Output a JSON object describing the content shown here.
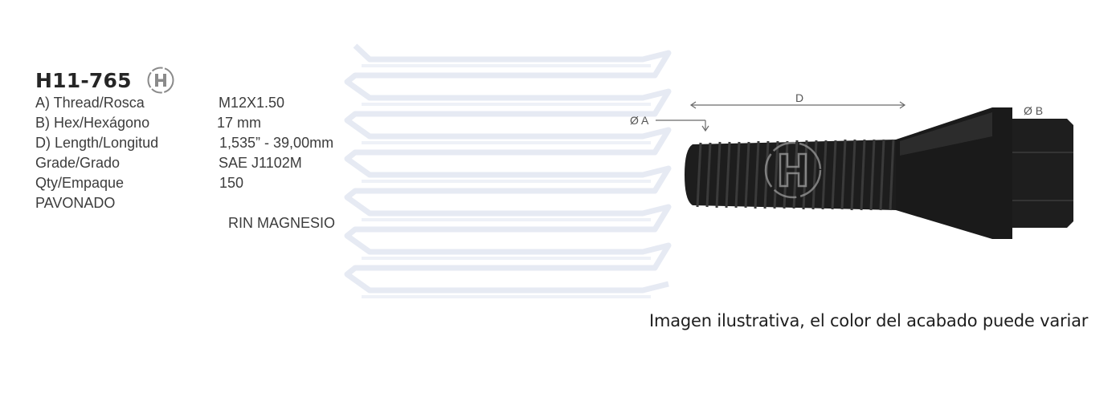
{
  "part": {
    "code": "H11-765"
  },
  "specs": [
    {
      "label": "A) Thread/Rosca",
      "value": "M12X1.50"
    },
    {
      "label": "B) Hex/Hexágono",
      "value": "17 mm"
    },
    {
      "label": "D) Length/Longitud",
      "value": "1,535” - 39,00mm"
    },
    {
      "label": "Grade/Grado",
      "value": "SAE J1102M"
    },
    {
      "label": "Qty/Empaque",
      "value": "150"
    },
    {
      "label": "PAVONADO",
      "value": ""
    }
  ],
  "application": "RIN MAGNESIO",
  "figure": {
    "dim_a": "Ø A",
    "dim_b": "Ø B",
    "dim_d": "D"
  },
  "caption": "Imagen ilustrativa, el color del acabado puede variar",
  "colors": {
    "bolt": "#1c1c1c",
    "watermark": "#e6eaf3",
    "text": "#3c3c3c"
  }
}
